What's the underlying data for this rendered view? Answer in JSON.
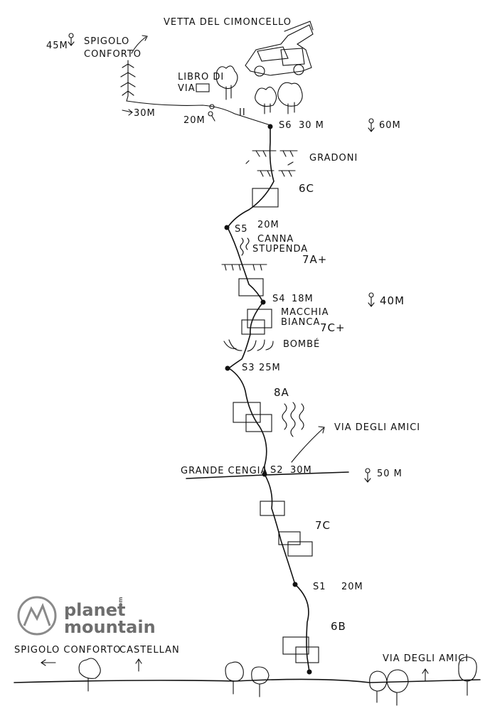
{
  "summit": "VETTA DEL CIMONCELLO",
  "top_left": {
    "rappel_length": "45M",
    "route_name_line1": "SPIGOLO",
    "route_name_line2": "CONFORTO",
    "traverse_length": "30M",
    "anchor_length": "20M",
    "grade_II": "II",
    "book_label_line1": "LIBRO DI",
    "book_label_line2": "VIA"
  },
  "stations": [
    {
      "id": "S6",
      "length": "30 M"
    },
    {
      "id": "S5",
      "length": "20M"
    },
    {
      "id": "S4",
      "length": "18M"
    },
    {
      "id": "S3",
      "length": "25M"
    },
    {
      "id": "S2",
      "length": "30M"
    },
    {
      "id": "S1",
      "length": "20M"
    }
  ],
  "grades": [
    "6C",
    "7A+",
    "7C+",
    "8A",
    "7C",
    "6B"
  ],
  "features": {
    "gradoni": "GRADONI",
    "canna_line1": "CANNA",
    "canna_line2": "STUPENDA",
    "macchia_line1": "MACCHIA",
    "macchia_line2": "BIANCA",
    "bombe": "BOMBÉ",
    "grande_cengia": "GRANDE CENGIA",
    "via_degli_amici_arrow": "VIA DEGLI AMICI"
  },
  "rappels": [
    "60M",
    "40M",
    "50 M"
  ],
  "bottom": {
    "spigolo_conforto": "SPIGOLO CONFORTO",
    "castellan": "CASTELLAN",
    "via_degli_amici": "VIA DEGLI AMICI"
  },
  "logo": {
    "line1": "planet",
    "line2": "mountain",
    "small": "com"
  }
}
